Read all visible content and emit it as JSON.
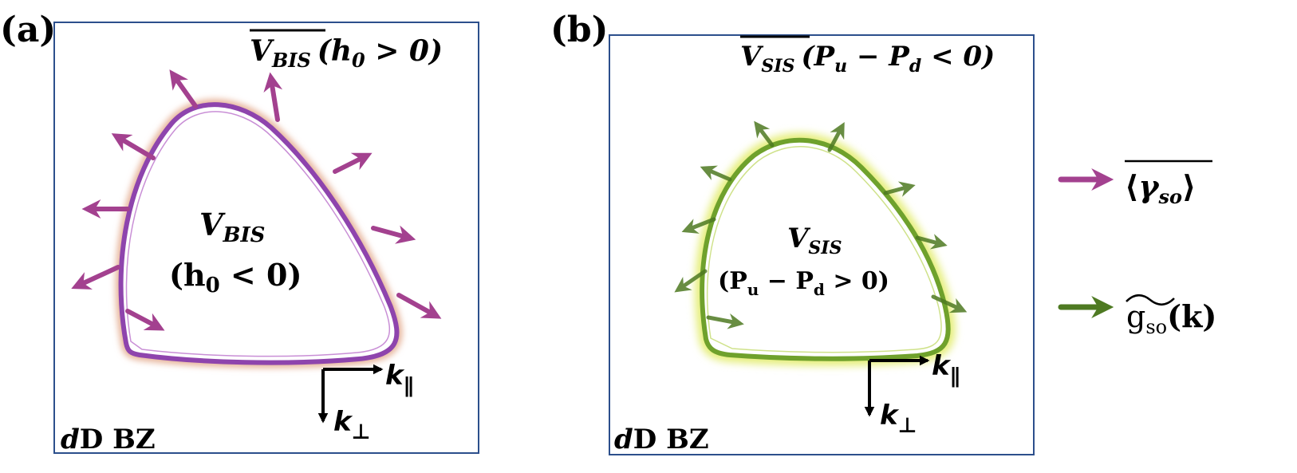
{
  "panel_a": {
    "tag": "(a)",
    "top_label": {
      "sym": "V",
      "sub": "BIS",
      "cond": "(h",
      "cond_sub": "0",
      "cond_tail": " > 0)"
    },
    "center_label": {
      "sym": "V",
      "sub": "BIS",
      "cond": "(h",
      "cond_sub": "0",
      "cond_tail": " < 0)"
    },
    "corner_label": {
      "d": "d",
      "rest": "D BZ"
    },
    "axis_par": {
      "sym": "k",
      "sub": "∥"
    },
    "axis_perp": {
      "sym": "k",
      "sub": "⊥"
    }
  },
  "panel_b": {
    "tag": "(b)",
    "top_label": {
      "sym": "V",
      "sub": "SIS",
      "cond": "(P",
      "cond_sub": "u",
      "mid": " − P",
      "mid_sub": "d",
      "cond_tail": " < 0)"
    },
    "center_label": {
      "sym": "V",
      "sub": "SIS",
      "cond": "(P",
      "cond_sub": "u",
      "mid": " − P",
      "mid_sub": "d",
      "cond_tail": " > 0)"
    },
    "corner_label": {
      "d": "d",
      "rest": "D BZ"
    },
    "axis_par": {
      "sym": "k",
      "sub": "∥"
    },
    "axis_perp": {
      "sym": "k",
      "sub": "⊥"
    }
  },
  "legend": {
    "item1": {
      "open": "⟨",
      "sym": "γ",
      "sub": "so",
      "close": "⟩"
    },
    "item2": {
      "sym": "g",
      "sub": "so",
      "arg": "(k)"
    }
  },
  "colors": {
    "frame": "#2c4f8c",
    "loop_a": "#8e44ad",
    "arrow_a": "#a3418f",
    "loop_b": "#6fa12c",
    "arrow_b": "#4e7a22"
  }
}
